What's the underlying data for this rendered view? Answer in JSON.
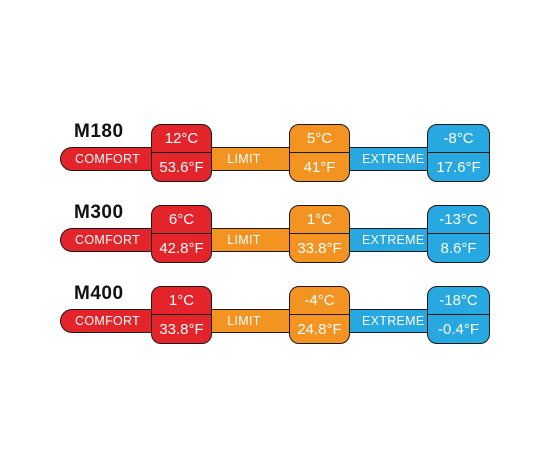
{
  "legend": {
    "comfort_label": "COMFORT",
    "limit_label": "LIMIT",
    "extreme_label": "EXTREME"
  },
  "colors": {
    "comfort": "#e3242b",
    "limit": "#f39322",
    "extreme": "#27a8e0"
  },
  "ratings": [
    {
      "model": "M180",
      "comfort_c": "12°C",
      "comfort_f": "53.6°F",
      "limit_c": "5°C",
      "limit_f": "41°F",
      "extreme_c": "-8°C",
      "extreme_f": "17.6°F"
    },
    {
      "model": "M300",
      "comfort_c": "6°C",
      "comfort_f": "42.8°F",
      "limit_c": "1°C",
      "limit_f": "33.8°F",
      "extreme_c": "-13°C",
      "extreme_f": "8.6°F"
    },
    {
      "model": "M400",
      "comfort_c": "1°C",
      "comfort_f": "33.8°F",
      "limit_c": "-4°C",
      "limit_f": "24.8°F",
      "extreme_c": "-18°C",
      "extreme_f": "-0.4°F"
    }
  ]
}
